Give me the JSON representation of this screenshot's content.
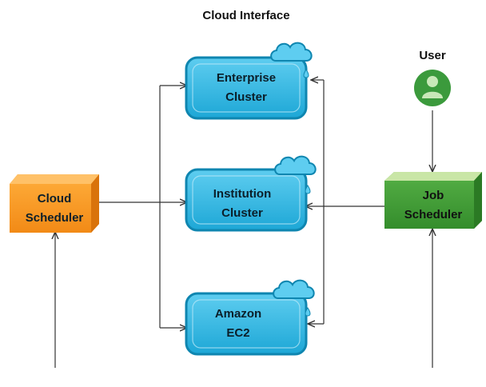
{
  "diagram": {
    "title": "Cloud Interface",
    "user_label": "User",
    "clusters": [
      {
        "id": "enterprise",
        "line1": "Enterprise",
        "line2": "Cluster"
      },
      {
        "id": "institution",
        "line1": "Institution",
        "line2": "Cluster"
      },
      {
        "id": "amazon",
        "line1": "Amazon",
        "line2": "EC2"
      }
    ],
    "cloud_scheduler": {
      "line1": "Cloud",
      "line2": "Scheduler"
    },
    "job_scheduler": {
      "line1": "Job",
      "line2": "Scheduler"
    }
  },
  "colors": {
    "cluster_fill": "#29b2dc",
    "cluster_stroke": "#0f86b0",
    "cloud_scheduler_fill": "#f58f1b",
    "job_scheduler_fill": "#3f9a33",
    "user_fill": "#3b9a3c",
    "arrow": "#333333"
  }
}
